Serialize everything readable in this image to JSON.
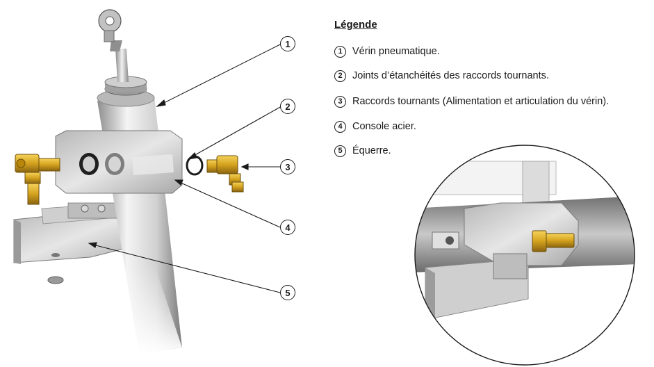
{
  "legend": {
    "title": "Légende",
    "items": [
      {
        "num": "1",
        "text": "Vérin pneumatique."
      },
      {
        "num": "2",
        "text": "Joints d’étanchéités des raccords tournants."
      },
      {
        "num": "3",
        "text": "Raccords tournants (Alimentation et articulation du vérin)."
      },
      {
        "num": "4",
        "text": "Console acier."
      },
      {
        "num": "5",
        "text": "Équerre."
      }
    ]
  },
  "callouts": [
    "1",
    "2",
    "3",
    "4",
    "5"
  ],
  "colors": {
    "brass": "#d4a21e",
    "steel": "#c8c8c8",
    "ink": "#1a1a1a"
  }
}
